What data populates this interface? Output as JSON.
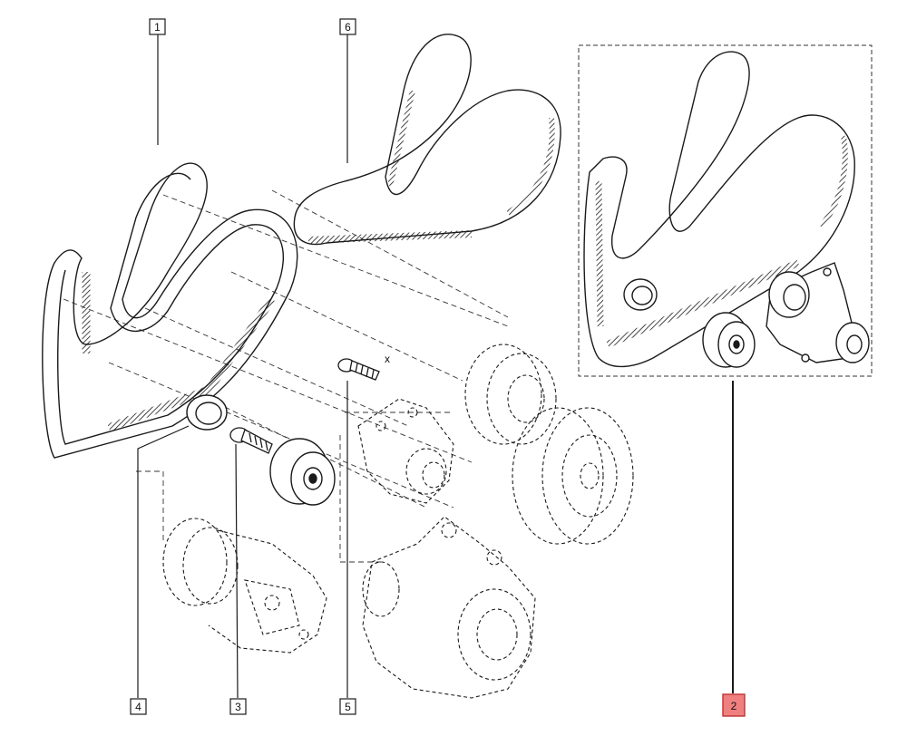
{
  "callouts": [
    {
      "id": "1",
      "text": "1",
      "highlighted": false
    },
    {
      "id": "2",
      "text": "2",
      "highlighted": true
    },
    {
      "id": "3",
      "text": "3",
      "highlighted": false
    },
    {
      "id": "4",
      "text": "4",
      "highlighted": false
    },
    {
      "id": "5",
      "text": "5",
      "highlighted": false
    },
    {
      "id": "6",
      "text": "6",
      "highlighted": false
    }
  ],
  "bolt_marker": "x",
  "colors": {
    "line": "#1a1a1a",
    "highlight_fill": "#f08080",
    "highlight_stroke": "#c03030",
    "background": "#ffffff"
  }
}
